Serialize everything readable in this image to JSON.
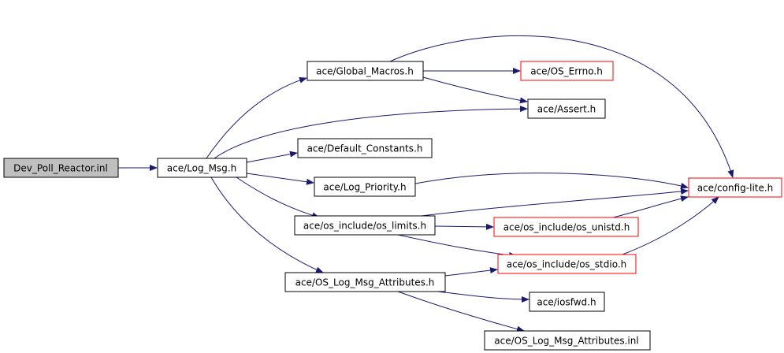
{
  "colors": {
    "edge": "#191970",
    "border_default": "#000000",
    "border_missing": "#ff0000",
    "fill_root": "#bfbfbf",
    "fill_default": "#ffffff"
  },
  "nodes": [
    {
      "id": "dev_poll_reactor_inl",
      "label": "Dev_Poll_Reactor.inl",
      "style": "root"
    },
    {
      "id": "log_msg_h",
      "label": "ace/Log_Msg.h",
      "style": "default"
    },
    {
      "id": "global_macros_h",
      "label": "ace/Global_Macros.h",
      "style": "default"
    },
    {
      "id": "os_errno_h",
      "label": "ace/OS_Errno.h",
      "style": "missing"
    },
    {
      "id": "assert_h",
      "label": "ace/Assert.h",
      "style": "default"
    },
    {
      "id": "default_constants_h",
      "label": "ace/Default_Constants.h",
      "style": "default"
    },
    {
      "id": "log_priority_h",
      "label": "ace/Log_Priority.h",
      "style": "default"
    },
    {
      "id": "config_lite_h",
      "label": "ace/config-lite.h",
      "style": "missing"
    },
    {
      "id": "os_limits_h",
      "label": "ace/os_include/os_limits.h",
      "style": "default"
    },
    {
      "id": "os_unistd_h",
      "label": "ace/os_include/os_unistd.h",
      "style": "missing"
    },
    {
      "id": "os_stdio_h",
      "label": "ace/os_include/os_stdio.h",
      "style": "missing"
    },
    {
      "id": "os_log_msg_attributes_h",
      "label": "ace/OS_Log_Msg_Attributes.h",
      "style": "default"
    },
    {
      "id": "iosfwd_h",
      "label": "ace/iosfwd.h",
      "style": "default"
    },
    {
      "id": "os_log_msg_attributes_inl",
      "label": "ace/OS_Log_Msg_Attributes.inl",
      "style": "default"
    }
  ],
  "edges": [
    {
      "from": "dev_poll_reactor_inl",
      "to": "log_msg_h"
    },
    {
      "from": "log_msg_h",
      "to": "global_macros_h"
    },
    {
      "from": "log_msg_h",
      "to": "assert_h"
    },
    {
      "from": "log_msg_h",
      "to": "default_constants_h"
    },
    {
      "from": "log_msg_h",
      "to": "log_priority_h"
    },
    {
      "from": "log_msg_h",
      "to": "os_limits_h"
    },
    {
      "from": "log_msg_h",
      "to": "os_log_msg_attributes_h"
    },
    {
      "from": "global_macros_h",
      "to": "os_errno_h"
    },
    {
      "from": "global_macros_h",
      "to": "assert_h"
    },
    {
      "from": "global_macros_h",
      "to": "config_lite_h"
    },
    {
      "from": "log_priority_h",
      "to": "config_lite_h"
    },
    {
      "from": "os_limits_h",
      "to": "config_lite_h"
    },
    {
      "from": "os_limits_h",
      "to": "os_unistd_h"
    },
    {
      "from": "os_limits_h",
      "to": "os_stdio_h"
    },
    {
      "from": "os_unistd_h",
      "to": "config_lite_h"
    },
    {
      "from": "os_stdio_h",
      "to": "config_lite_h"
    },
    {
      "from": "os_log_msg_attributes_h",
      "to": "os_stdio_h"
    },
    {
      "from": "os_log_msg_attributes_h",
      "to": "iosfwd_h"
    },
    {
      "from": "os_log_msg_attributes_h",
      "to": "os_log_msg_attributes_inl"
    }
  ]
}
